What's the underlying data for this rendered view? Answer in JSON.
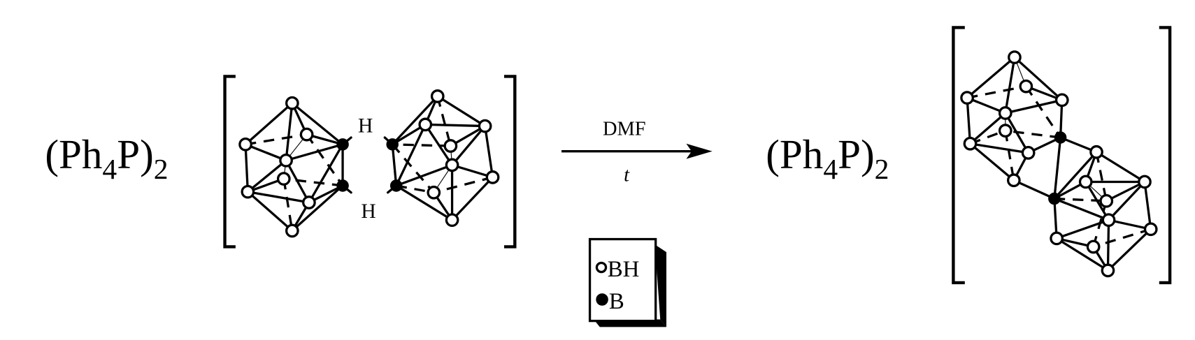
{
  "reactant": {
    "cation": {
      "open": "(Ph",
      "sub_n": "4",
      "close": "P)",
      "sub_count": "2"
    },
    "bridge_labels": [
      "H",
      "H"
    ]
  },
  "arrow": {
    "reagent": "DMF",
    "condition": "t"
  },
  "product": {
    "cation": {
      "open": "(Ph",
      "sub_n": "4",
      "close": "P)",
      "sub_count": "2"
    }
  },
  "legend": {
    "items": [
      {
        "symbol": "open-circle",
        "label": "BH"
      },
      {
        "symbol": "filled-circle",
        "label": "B"
      }
    ]
  },
  "colors": {
    "ink": "#000000",
    "paper": "#ffffff"
  }
}
